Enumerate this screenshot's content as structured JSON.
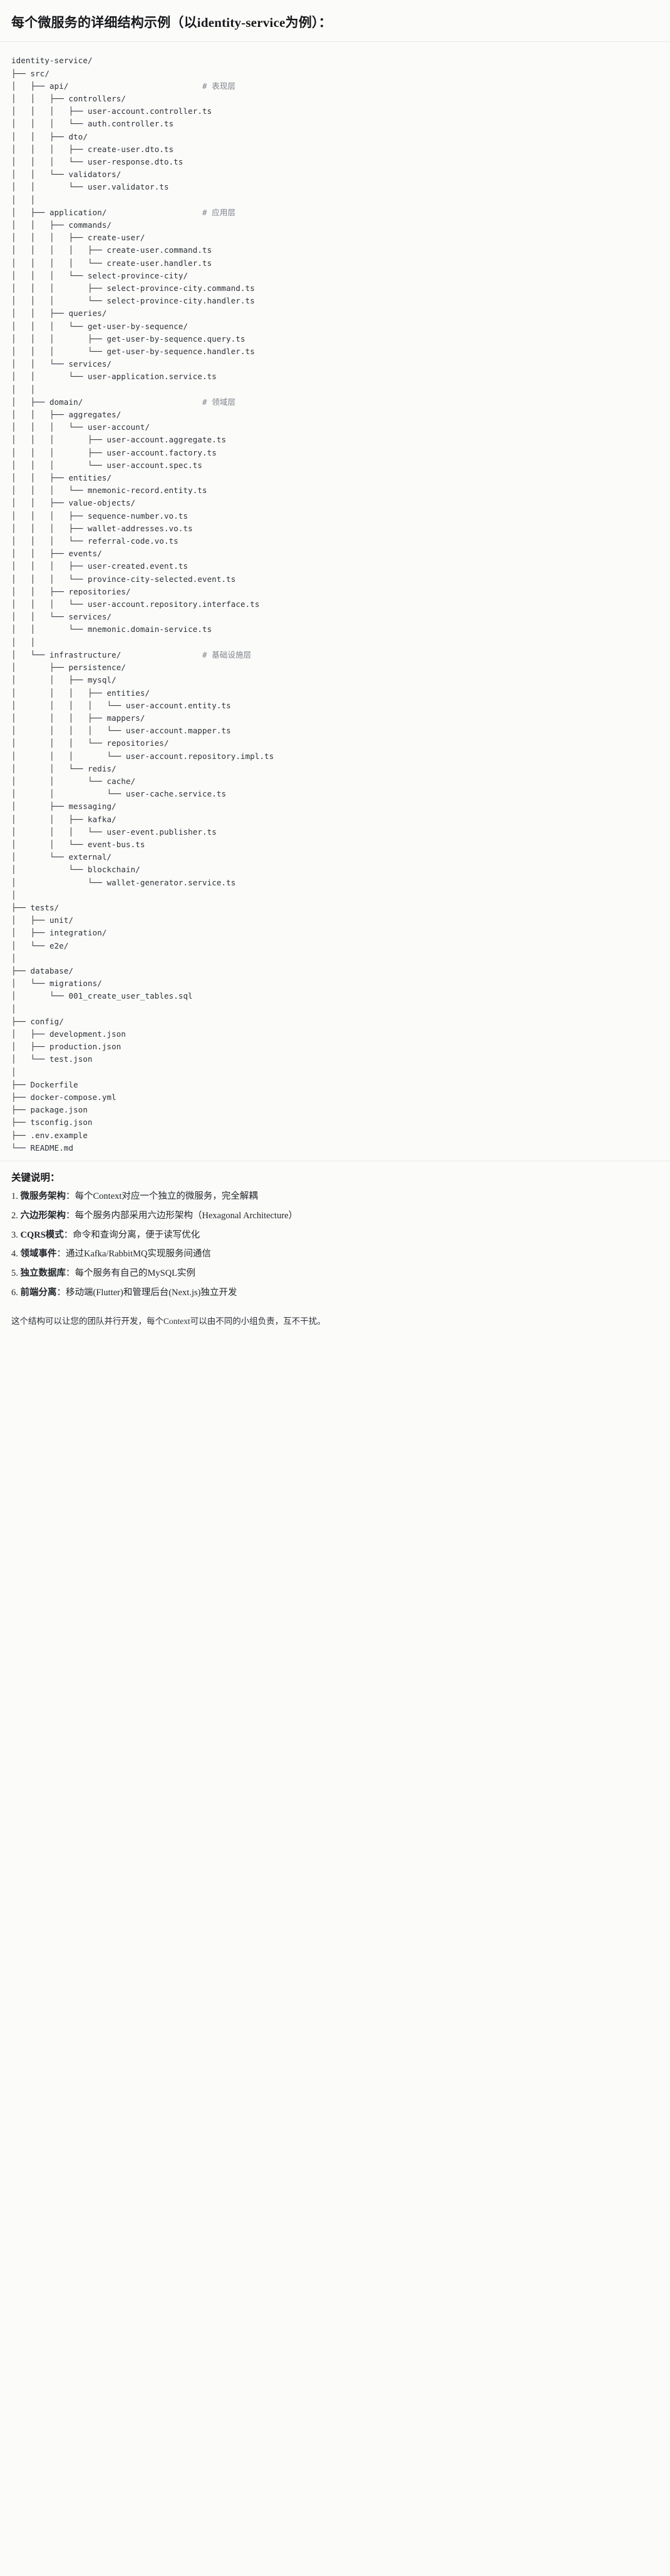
{
  "header": {
    "title": "每个微服务的详细结构示例（以identity-service为例）："
  },
  "tree": {
    "root": "identity-service/",
    "lines": [
      {
        "prefix": "",
        "name": "identity-service/",
        "comment": ""
      },
      {
        "prefix": "├── ",
        "name": "src/",
        "comment": ""
      },
      {
        "prefix": "│   ├── ",
        "name": "api/",
        "comment": "# 表现层"
      },
      {
        "prefix": "│   │   ├── ",
        "name": "controllers/",
        "comment": ""
      },
      {
        "prefix": "│   │   │   ├── ",
        "name": "user-account.controller.ts",
        "comment": ""
      },
      {
        "prefix": "│   │   │   └── ",
        "name": "auth.controller.ts",
        "comment": ""
      },
      {
        "prefix": "│   │   ├── ",
        "name": "dto/",
        "comment": ""
      },
      {
        "prefix": "│   │   │   ├── ",
        "name": "create-user.dto.ts",
        "comment": ""
      },
      {
        "prefix": "│   │   │   └── ",
        "name": "user-response.dto.ts",
        "comment": ""
      },
      {
        "prefix": "│   │   └── ",
        "name": "validators/",
        "comment": ""
      },
      {
        "prefix": "│   │       └── ",
        "name": "user.validator.ts",
        "comment": ""
      },
      {
        "prefix": "│   │",
        "name": "",
        "comment": ""
      },
      {
        "prefix": "│   ├── ",
        "name": "application/",
        "comment": "# 应用层"
      },
      {
        "prefix": "│   │   ├── ",
        "name": "commands/",
        "comment": ""
      },
      {
        "prefix": "│   │   │   ├── ",
        "name": "create-user/",
        "comment": ""
      },
      {
        "prefix": "│   │   │   │   ├── ",
        "name": "create-user.command.ts",
        "comment": ""
      },
      {
        "prefix": "│   │   │   │   └── ",
        "name": "create-user.handler.ts",
        "comment": ""
      },
      {
        "prefix": "│   │   │   └── ",
        "name": "select-province-city/",
        "comment": ""
      },
      {
        "prefix": "│   │   │       ├── ",
        "name": "select-province-city.command.ts",
        "comment": ""
      },
      {
        "prefix": "│   │   │       └── ",
        "name": "select-province-city.handler.ts",
        "comment": ""
      },
      {
        "prefix": "│   │   ├── ",
        "name": "queries/",
        "comment": ""
      },
      {
        "prefix": "│   │   │   └── ",
        "name": "get-user-by-sequence/",
        "comment": ""
      },
      {
        "prefix": "│   │   │       ├── ",
        "name": "get-user-by-sequence.query.ts",
        "comment": ""
      },
      {
        "prefix": "│   │   │       └── ",
        "name": "get-user-by-sequence.handler.ts",
        "comment": ""
      },
      {
        "prefix": "│   │   └── ",
        "name": "services/",
        "comment": ""
      },
      {
        "prefix": "│   │       └── ",
        "name": "user-application.service.ts",
        "comment": ""
      },
      {
        "prefix": "│   │",
        "name": "",
        "comment": ""
      },
      {
        "prefix": "│   ├── ",
        "name": "domain/",
        "comment": "# 领域层"
      },
      {
        "prefix": "│   │   ├── ",
        "name": "aggregates/",
        "comment": ""
      },
      {
        "prefix": "│   │   │   └── ",
        "name": "user-account/",
        "comment": ""
      },
      {
        "prefix": "│   │   │       ├── ",
        "name": "user-account.aggregate.ts",
        "comment": ""
      },
      {
        "prefix": "│   │   │       ├── ",
        "name": "user-account.factory.ts",
        "comment": ""
      },
      {
        "prefix": "│   │   │       └── ",
        "name": "user-account.spec.ts",
        "comment": ""
      },
      {
        "prefix": "│   │   ├── ",
        "name": "entities/",
        "comment": ""
      },
      {
        "prefix": "│   │   │   └── ",
        "name": "mnemonic-record.entity.ts",
        "comment": ""
      },
      {
        "prefix": "│   │   ├── ",
        "name": "value-objects/",
        "comment": ""
      },
      {
        "prefix": "│   │   │   ├── ",
        "name": "sequence-number.vo.ts",
        "comment": ""
      },
      {
        "prefix": "│   │   │   ├── ",
        "name": "wallet-addresses.vo.ts",
        "comment": ""
      },
      {
        "prefix": "│   │   │   └── ",
        "name": "referral-code.vo.ts",
        "comment": ""
      },
      {
        "prefix": "│   │   ├── ",
        "name": "events/",
        "comment": ""
      },
      {
        "prefix": "│   │   │   ├── ",
        "name": "user-created.event.ts",
        "comment": ""
      },
      {
        "prefix": "│   │   │   └── ",
        "name": "province-city-selected.event.ts",
        "comment": ""
      },
      {
        "prefix": "│   │   ├── ",
        "name": "repositories/",
        "comment": ""
      },
      {
        "prefix": "│   │   │   └── ",
        "name": "user-account.repository.interface.ts",
        "comment": ""
      },
      {
        "prefix": "│   │   └── ",
        "name": "services/",
        "comment": ""
      },
      {
        "prefix": "│   │       └── ",
        "name": "mnemonic.domain-service.ts",
        "comment": ""
      },
      {
        "prefix": "│   │",
        "name": "",
        "comment": ""
      },
      {
        "prefix": "│   └── ",
        "name": "infrastructure/",
        "comment": "# 基础设施层"
      },
      {
        "prefix": "│       ├── ",
        "name": "persistence/",
        "comment": ""
      },
      {
        "prefix": "│       │   ├── ",
        "name": "mysql/",
        "comment": ""
      },
      {
        "prefix": "│       │   │   ├── ",
        "name": "entities/",
        "comment": ""
      },
      {
        "prefix": "│       │   │   │   └── ",
        "name": "user-account.entity.ts",
        "comment": ""
      },
      {
        "prefix": "│       │   │   ├── ",
        "name": "mappers/",
        "comment": ""
      },
      {
        "prefix": "│       │   │   │   └── ",
        "name": "user-account.mapper.ts",
        "comment": ""
      },
      {
        "prefix": "│       │   │   └── ",
        "name": "repositories/",
        "comment": ""
      },
      {
        "prefix": "│       │   │       └── ",
        "name": "user-account.repository.impl.ts",
        "comment": ""
      },
      {
        "prefix": "│       │   └── ",
        "name": "redis/",
        "comment": ""
      },
      {
        "prefix": "│       │       └── ",
        "name": "cache/",
        "comment": ""
      },
      {
        "prefix": "│       │           └── ",
        "name": "user-cache.service.ts",
        "comment": ""
      },
      {
        "prefix": "│       ├── ",
        "name": "messaging/",
        "comment": ""
      },
      {
        "prefix": "│       │   ├── ",
        "name": "kafka/",
        "comment": ""
      },
      {
        "prefix": "│       │   │   └── ",
        "name": "user-event.publisher.ts",
        "comment": ""
      },
      {
        "prefix": "│       │   └── ",
        "name": "event-bus.ts",
        "comment": ""
      },
      {
        "prefix": "│       └── ",
        "name": "external/",
        "comment": ""
      },
      {
        "prefix": "│           └── ",
        "name": "blockchain/",
        "comment": ""
      },
      {
        "prefix": "│               └── ",
        "name": "wallet-generator.service.ts",
        "comment": ""
      },
      {
        "prefix": "│",
        "name": "",
        "comment": ""
      },
      {
        "prefix": "├── ",
        "name": "tests/",
        "comment": ""
      },
      {
        "prefix": "│   ├── ",
        "name": "unit/",
        "comment": ""
      },
      {
        "prefix": "│   ├── ",
        "name": "integration/",
        "comment": ""
      },
      {
        "prefix": "│   └── ",
        "name": "e2e/",
        "comment": ""
      },
      {
        "prefix": "│",
        "name": "",
        "comment": ""
      },
      {
        "prefix": "├── ",
        "name": "database/",
        "comment": ""
      },
      {
        "prefix": "│   └── ",
        "name": "migrations/",
        "comment": ""
      },
      {
        "prefix": "│       └── ",
        "name": "001_create_user_tables.sql",
        "comment": ""
      },
      {
        "prefix": "│",
        "name": "",
        "comment": ""
      },
      {
        "prefix": "├── ",
        "name": "config/",
        "comment": ""
      },
      {
        "prefix": "│   ├── ",
        "name": "development.json",
        "comment": ""
      },
      {
        "prefix": "│   ├── ",
        "name": "production.json",
        "comment": ""
      },
      {
        "prefix": "│   └── ",
        "name": "test.json",
        "comment": ""
      },
      {
        "prefix": "│",
        "name": "",
        "comment": ""
      },
      {
        "prefix": "├── ",
        "name": "Dockerfile",
        "comment": ""
      },
      {
        "prefix": "├── ",
        "name": "docker-compose.yml",
        "comment": ""
      },
      {
        "prefix": "├── ",
        "name": "package.json",
        "comment": ""
      },
      {
        "prefix": "├── ",
        "name": "tsconfig.json",
        "comment": ""
      },
      {
        "prefix": "├── ",
        "name": ".env.example",
        "comment": ""
      },
      {
        "prefix": "└── ",
        "name": "README.md",
        "comment": ""
      }
    ]
  },
  "keypoints": {
    "title": "关键说明：",
    "items": [
      {
        "num": "1.",
        "term": "微服务架构",
        "sep": "：",
        "desc": "每个Context对应一个独立的微服务，完全解耦"
      },
      {
        "num": "2.",
        "term": "六边形架构",
        "sep": "：",
        "desc": "每个服务内部采用六边形架构（Hexagonal Architecture）"
      },
      {
        "num": "3.",
        "term": "CQRS模式",
        "sep": "：",
        "desc": "命令和查询分离，便于读写优化"
      },
      {
        "num": "4.",
        "term": "领域事件",
        "sep": "：",
        "desc": "通过Kafka/RabbitMQ实现服务间通信"
      },
      {
        "num": "5.",
        "term": "独立数据库",
        "sep": "：",
        "desc": "每个服务有自己的MySQL实例"
      },
      {
        "num": "6.",
        "term": "前端分离",
        "sep": "：",
        "desc": "移动端(Flutter)和管理后台(Next.js)独立开发"
      }
    ]
  },
  "closing": {
    "text": "这个结构可以让您的团队并行开发，每个Context可以由不同的小组负责，互不干扰。"
  }
}
